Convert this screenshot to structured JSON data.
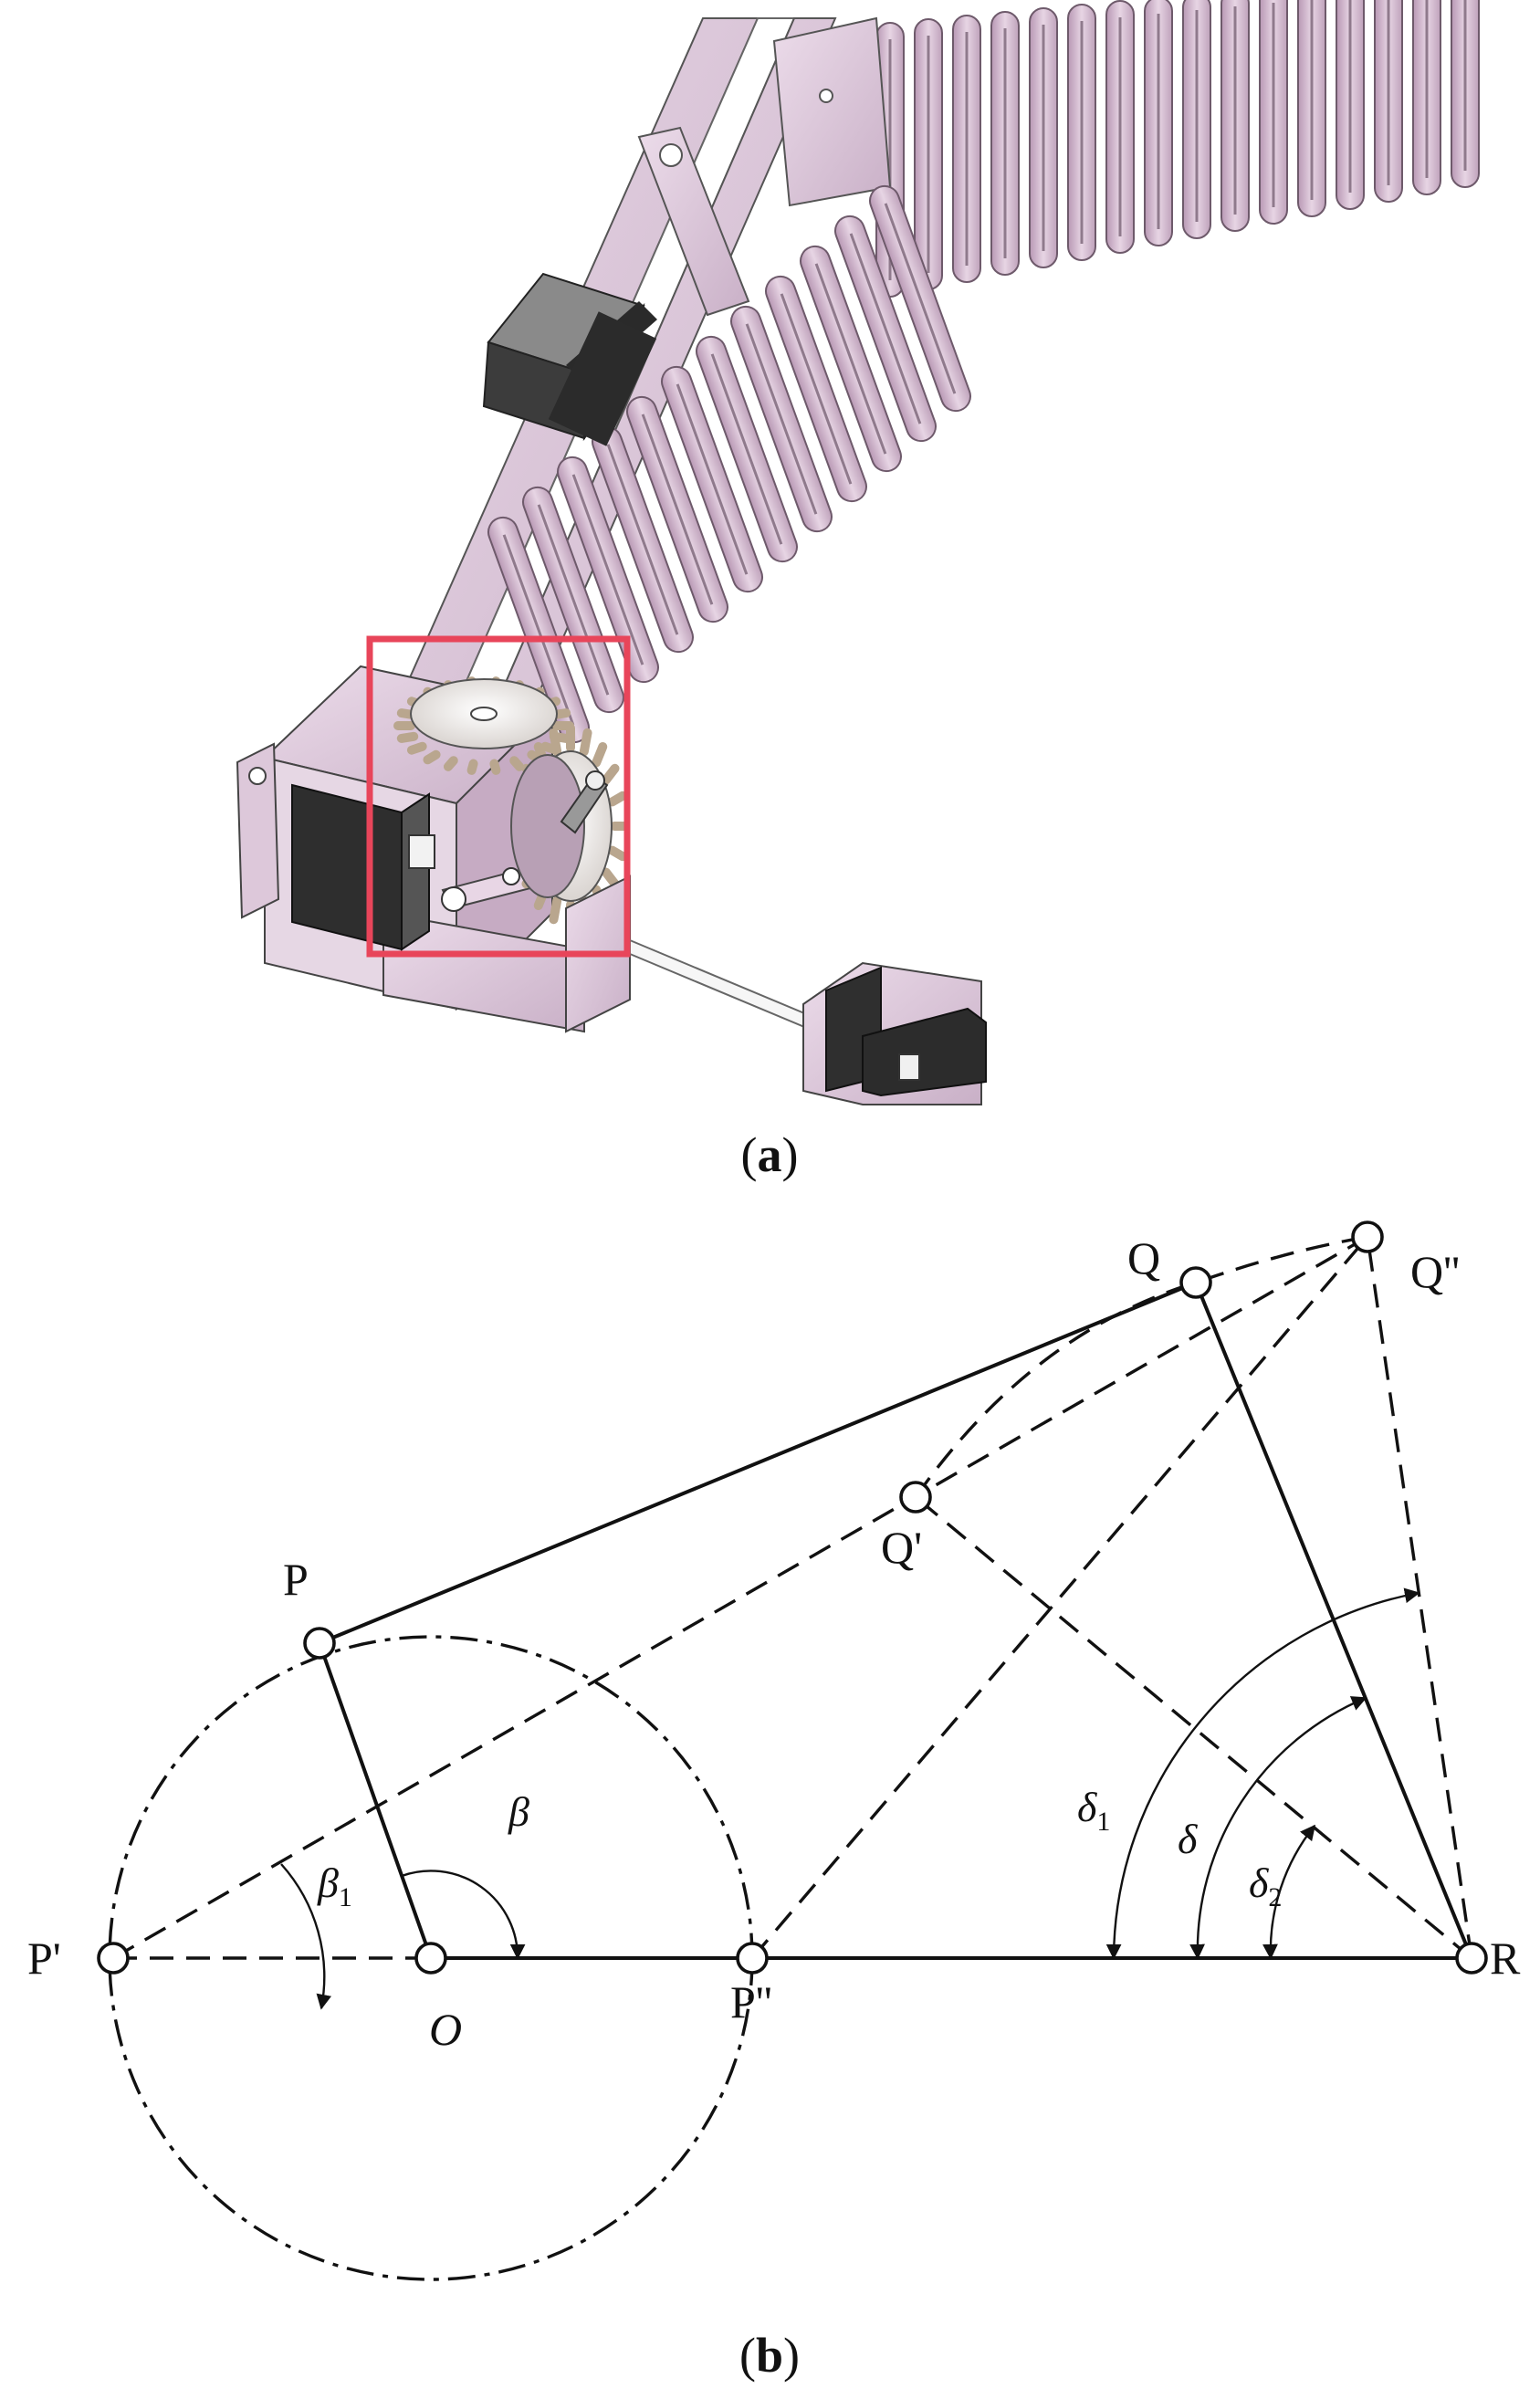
{
  "panel_a": {
    "caption_open": "(",
    "caption_letter": "a",
    "caption_close": ")",
    "highlight_color": "#e8455a",
    "part_color": "#d8c3d6",
    "motor_color": "#333333"
  },
  "panel_b": {
    "caption_open": "(",
    "caption_letter": "b",
    "caption_close": ")",
    "labels": {
      "P": "P",
      "P_prime": "P'",
      "P_double": "P''",
      "O": "O",
      "Q": "Q",
      "Q_prime": "Q'",
      "Q_double": "Q''",
      "R": "R",
      "beta": "β",
      "beta1_base": "β",
      "beta1_sub": "1",
      "delta": "δ",
      "delta1_base": "δ",
      "delta1_sub": "1",
      "delta2_base": "δ",
      "delta2_sub": "2"
    }
  }
}
